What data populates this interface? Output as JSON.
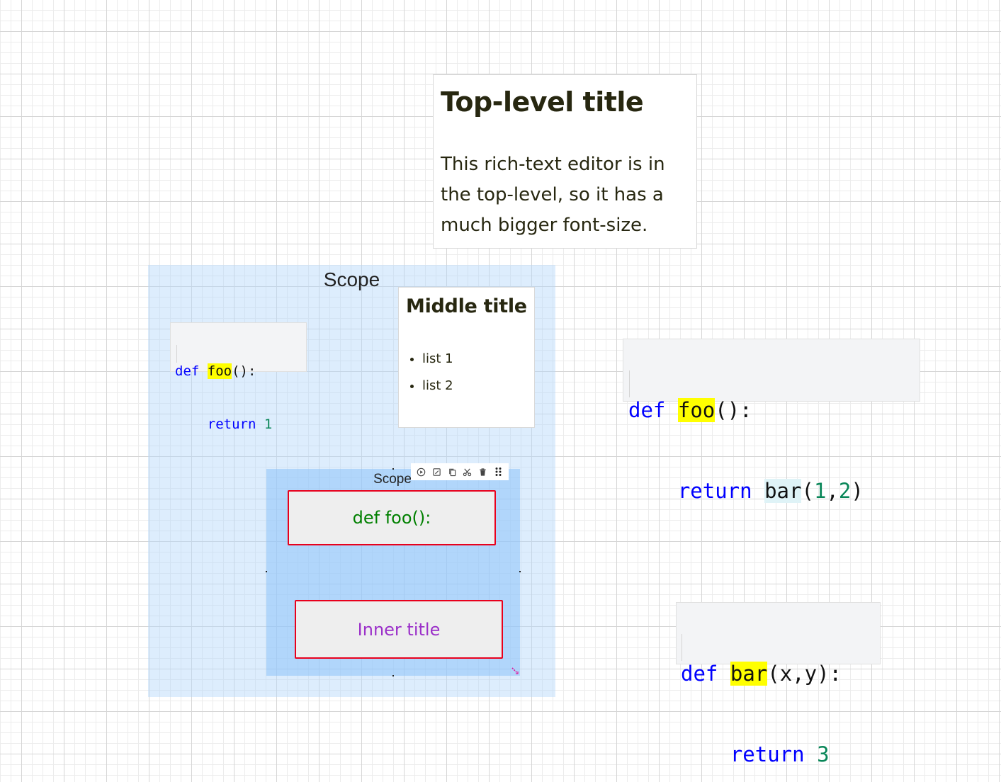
{
  "top_rich": {
    "title": "Top-level title",
    "body": "This rich-text editor is in the top-level, so it has a much bigger font-size."
  },
  "outer_scope": {
    "title": "Scope",
    "code": {
      "kw_def": "def",
      "fn": "foo",
      "rest": "():",
      "kw_return": "return",
      "num": "1"
    },
    "middle_rich": {
      "title": "Middle title",
      "items": [
        "list 1",
        "list 2"
      ]
    },
    "inner_scope": {
      "title": "Scope",
      "node1": "def foo():",
      "node2": "Inner title",
      "toolbar": [
        "run-icon",
        "edit-icon",
        "copy-icon",
        "cut-icon",
        "delete-icon",
        "drag-handle-icon"
      ]
    }
  },
  "code_right_1": {
    "kw_def": "def",
    "fn": "foo",
    "rest": "():",
    "kw_return": "return",
    "call": "bar",
    "paren_open": "(",
    "num1": "1",
    "comma": ",",
    "num2": "2",
    "paren_close": ")"
  },
  "code_right_2": {
    "kw_def": "def",
    "fn": "bar",
    "rest": "(x,y):",
    "kw_return": "return",
    "num": "3"
  },
  "colors": {
    "keyword": "#0000ff",
    "number": "#098658",
    "highlight": "#ffff00",
    "node_border": "#e8001c",
    "node1_text": "#008000",
    "node2_text": "#9b30c9",
    "outer_scope_bg": "#dcebfb",
    "inner_scope_bg": "#b3d7f9"
  }
}
